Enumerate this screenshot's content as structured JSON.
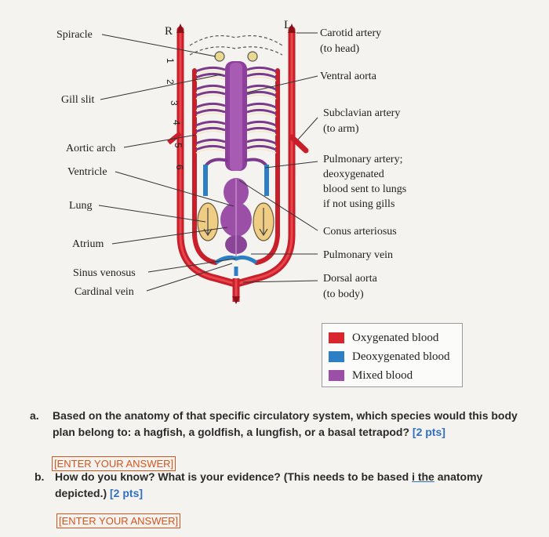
{
  "labels_left": {
    "spiracle": "Spiracle",
    "gill_slit": "Gill slit",
    "aortic_arch": "Aortic arch",
    "ventricle": "Ventricle",
    "lung": "Lung",
    "atrium": "Atrium",
    "sinus_venosus": "Sinus venosus",
    "cardinal_vein": "Cardinal vein"
  },
  "labels_right": {
    "carotid_1": "Carotid artery",
    "carotid_2": "(to head)",
    "ventral_aorta": "Ventral aorta",
    "subclavian_1": "Subclavian artery",
    "subclavian_2": "(to arm)",
    "pulmonary_artery_1": "Pulmonary artery;",
    "pulmonary_artery_2": "deoxygenated",
    "pulmonary_artery_3": "blood sent to lungs",
    "pulmonary_artery_4": "if not using gills",
    "conus": "Conus arteriosus",
    "pulmonary_vein": "Pulmonary vein",
    "dorsal_aorta_1": "Dorsal aorta",
    "dorsal_aorta_2": "(to body)"
  },
  "side_labels": {
    "right_side": "R",
    "left_side": "L"
  },
  "arch_numbers": [
    "1",
    "2",
    "3",
    "4",
    "5",
    "6"
  ],
  "legend": [
    {
      "label": "Oxygenated blood",
      "color": "#d9252e"
    },
    {
      "label": "Deoxygenated blood",
      "color": "#2c7fc4"
    },
    {
      "label": "Mixed blood",
      "color": "#9b4fa6"
    }
  ],
  "questions": {
    "a_letter": "a.",
    "a_text_1": "Based on the anatomy of that specific circulatory system, which species would this body",
    "a_text_2": "plan belong to: a hagfish, a goldfish, a lungfish, or a basal tetrapod?",
    "a_pts": "[2 pts]",
    "a_answer": "[ENTER YOUR ANSWER]",
    "b_letter": "b.",
    "b_text_1a": "How do you know? What is your evidence? (This needs to be based",
    "b_text_1b": "i the",
    "b_text_1c": "anatomy",
    "b_text_2": "depicted.)",
    "b_pts": "[2 pts]",
    "b_answer": "[ENTER YOUR ANSWER]"
  }
}
